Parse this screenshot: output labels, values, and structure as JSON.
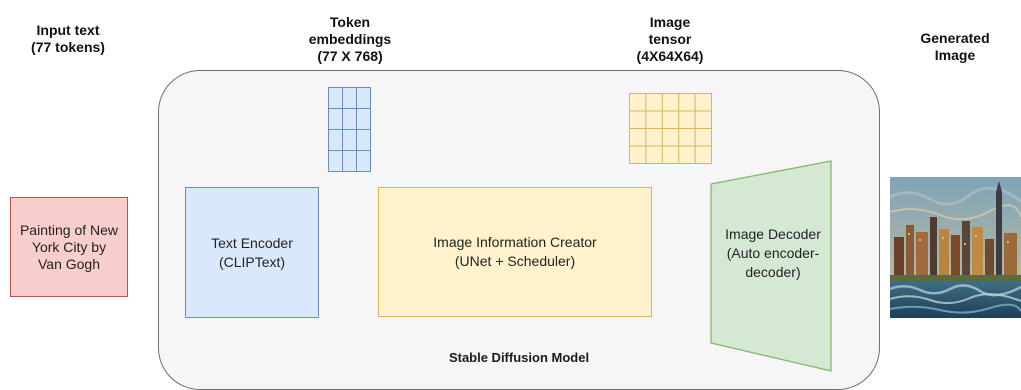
{
  "headers": {
    "input": [
      "Input text",
      "(77 tokens)"
    ],
    "embeddings": [
      "Token",
      "embeddings",
      "(77 X 768)"
    ],
    "tensor": [
      "Image",
      "tensor",
      "(4X64X64)"
    ],
    "generated": [
      "Generated",
      "Image"
    ]
  },
  "input_box": [
    "Painting of New",
    "York City by",
    "Van Gogh"
  ],
  "text_encoder": [
    "Text Encoder",
    "(CLIPText)"
  ],
  "info_creator": [
    "Image Information Creator",
    "(UNet + Scheduler)"
  ],
  "decoder": [
    "Image Decoder",
    "(Auto encoder-",
    "decoder)"
  ],
  "model_label": "Stable Diffusion Model",
  "colors": {
    "input_fill": "#f8cecc",
    "input_border": "#b85450",
    "encoder_fill": "#dae8fc",
    "encoder_border": "#6c8ebf",
    "creator_fill": "#fff2cc",
    "creator_border": "#d6b656",
    "decoder_fill": "#d5e8d4",
    "decoder_border": "#82b366",
    "frame_fill": "#f6f6f6",
    "frame_border": "#6f6f6f"
  },
  "icons": {
    "embeddings_grid": "token-embeddings-grid-icon",
    "tensor_grid": "image-tensor-grid-icon",
    "generated_image": "van-gogh-new-york-painting"
  }
}
